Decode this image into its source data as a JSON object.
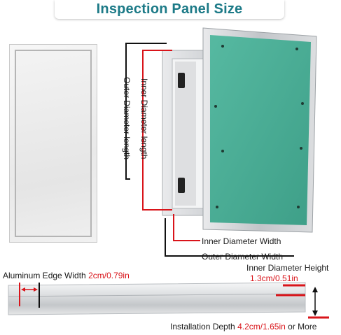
{
  "title": "Inspection Panel Size",
  "labels": {
    "inner_length": "Inner Diameter length",
    "outer_length": "Outer Diameter length",
    "inner_width": "Inner Diameter Width",
    "outer_width": "Outer Diameter Width",
    "edge_width_label": "Aluminum Edge Width",
    "edge_width_value": "2cm/0.79in",
    "inner_height_label": "Inner Diameter Height",
    "inner_height_value": "1.3cm/0.51in",
    "depth_label": "Installation Depth",
    "depth_value": "4.2cm/1.65in",
    "depth_suffix": "or More"
  },
  "colors": {
    "title": "#1c7a87",
    "accent_red": "#d9141a",
    "panel_green": "#4fb39a",
    "frame_silver": "#c8ccd0"
  }
}
